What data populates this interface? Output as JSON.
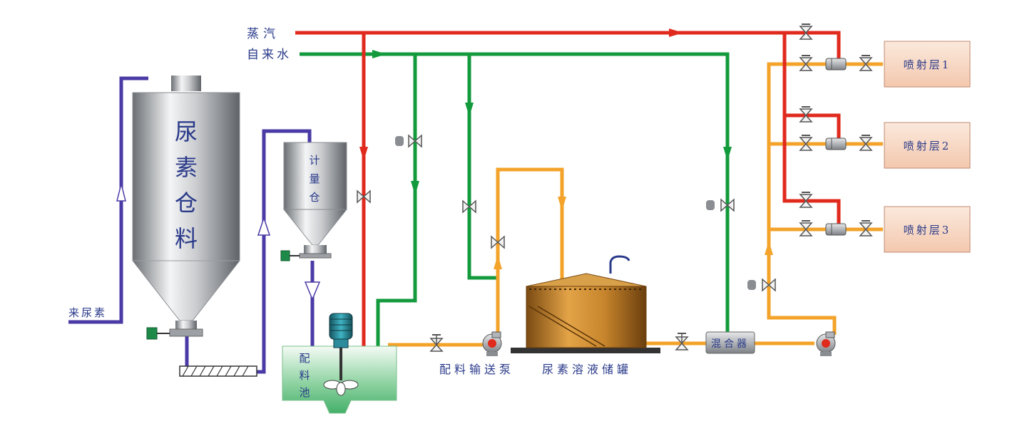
{
  "labels": {
    "steam": "蒸汽",
    "water": "自来水",
    "urea_in": "来尿素",
    "silo": [
      "尿",
      "素",
      "仓",
      "料"
    ],
    "meter_bin": [
      "计",
      "量",
      "仓"
    ],
    "mix_pool": [
      "配",
      "料",
      "池"
    ],
    "transfer_pump": "配料输送泵",
    "storage_tank": "尿素溶液储罐",
    "mixer": "混合器",
    "layer1": "喷射层1",
    "layer2": "喷射层2",
    "layer3": "喷射层3"
  },
  "colors": {
    "steam": "#e02a1e",
    "water": "#139a3c",
    "solution": "#f3a32a",
    "feed": "#4a3aa6",
    "label": "#2a3a8a",
    "layer_box": "#f7d8c4"
  },
  "icons": [
    "valve-icon",
    "pump-icon",
    "agitator-icon",
    "screw-conveyor-icon",
    "flow-arrow-icon",
    "nozzle-icon"
  ]
}
